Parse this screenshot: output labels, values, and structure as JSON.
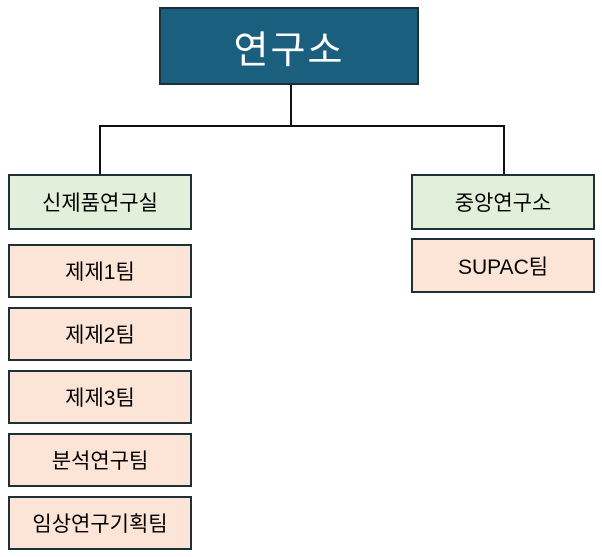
{
  "org_chart": {
    "type": "org-tree",
    "root": {
      "label": "연구소"
    },
    "branches": [
      {
        "head": {
          "label": "신제품연구실"
        },
        "teams": [
          {
            "label": "제제1팀"
          },
          {
            "label": "제제2팀"
          },
          {
            "label": "제제3팀"
          },
          {
            "label": "분석연구팀"
          },
          {
            "label": "임상연구기획팀"
          }
        ]
      },
      {
        "head": {
          "label": "중앙연구소"
        },
        "teams": [
          {
            "label": "SUPAC팀"
          }
        ]
      }
    ],
    "colors": {
      "root_fill": "#1b5f7e",
      "root_text": "#ffffff",
      "head_fill": "#e2efda",
      "team_fill": "#fce4d6",
      "border": "#1d3038",
      "line": "#111111",
      "text": "#000000"
    }
  }
}
